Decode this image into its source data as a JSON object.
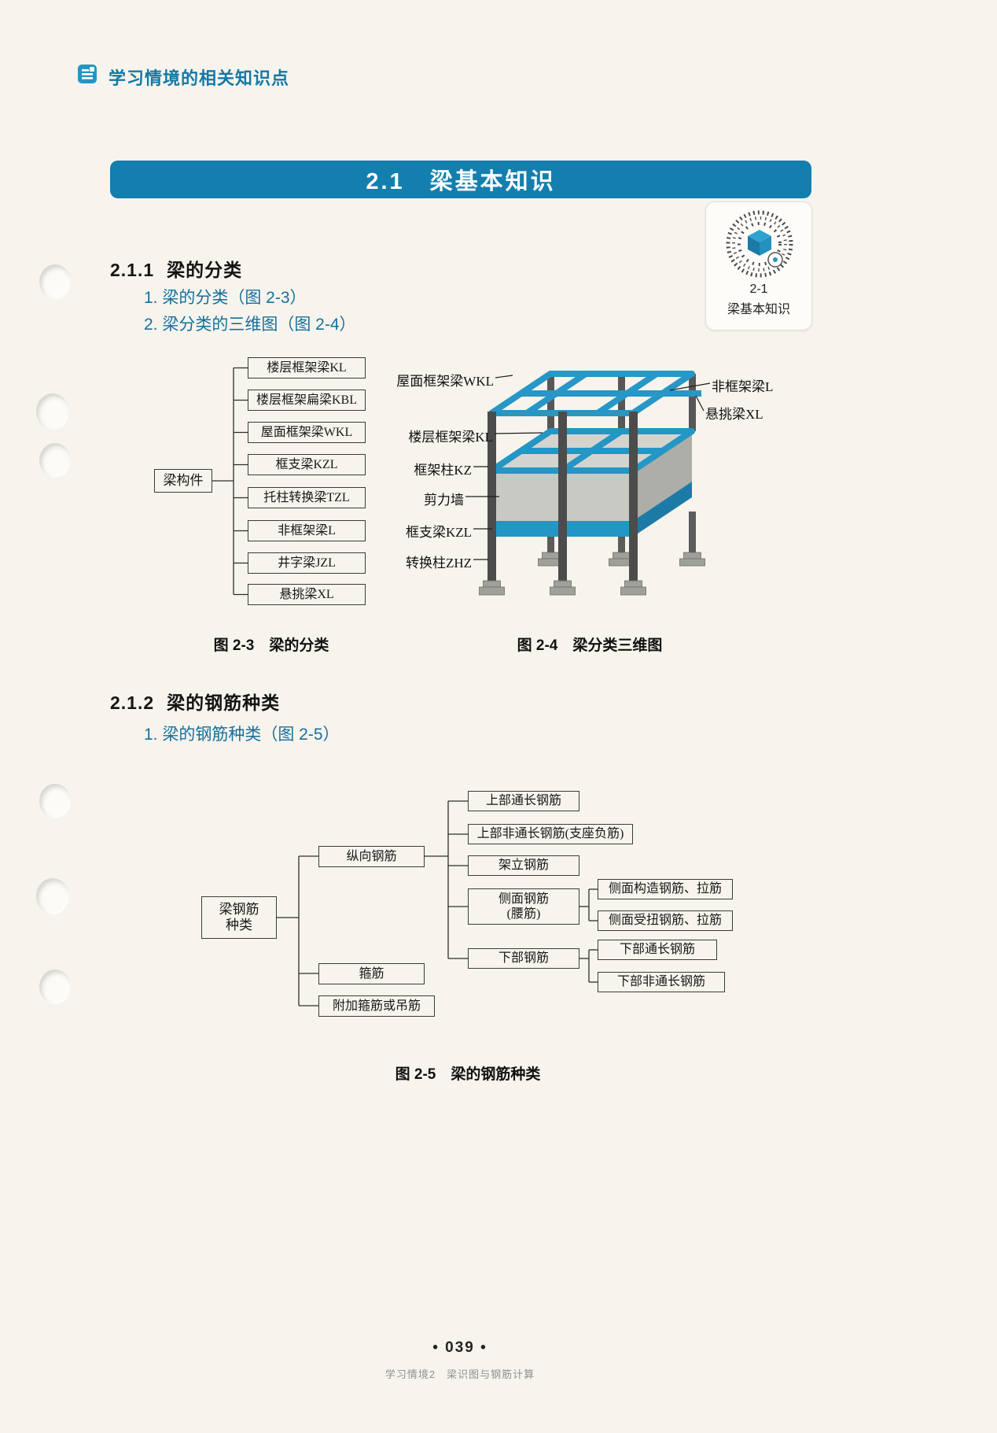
{
  "colors": {
    "accent": "#137fae",
    "beam_blue": "#2496c4",
    "text_blue": "#156f9e"
  },
  "header": {
    "title": "学习情境的相关知识点"
  },
  "banner": {
    "title": "2.1　梁基本知识"
  },
  "qr_card": {
    "code": "2-1",
    "label": "梁基本知识"
  },
  "section_211": {
    "number": "2.1.1",
    "title": "梁的分类",
    "items": [
      "1. 梁的分类（图 2-3）",
      "2. 梁分类的三维图（图 2-4）"
    ]
  },
  "fig23": {
    "root": "梁构件",
    "items": [
      "楼层框架梁KL",
      "楼层框架扁梁KBL",
      "屋面框架梁WKL",
      "框支梁KZL",
      "托柱转换梁TZL",
      "非框架梁L",
      "井字梁JZL",
      "悬挑梁XL"
    ],
    "caption": "图 2-3　梁的分类"
  },
  "fig24": {
    "labels_left": [
      "屋面框架梁WKL",
      "楼层框架梁KL",
      "框架柱KZ",
      "剪力墙",
      "框支梁KZL",
      "转换柱ZHZ"
    ],
    "labels_right": [
      "非框架梁L",
      "悬挑梁XL"
    ],
    "caption": "图 2-4　梁分类三维图"
  },
  "section_212": {
    "number": "2.1.2",
    "title": "梁的钢筋种类",
    "items": [
      "1. 梁的钢筋种类（图 2-5）"
    ]
  },
  "fig25": {
    "root_line1": "梁钢筋",
    "root_line2": "种类",
    "level2": [
      "纵向钢筋",
      "箍筋",
      "附加箍筋或吊筋"
    ],
    "longitudinal_children": [
      "上部通长钢筋",
      "上部非通长钢筋(支座负筋)",
      "架立钢筋"
    ],
    "side_line1": "侧面钢筋",
    "side_line2": "(腰筋)",
    "bottom_label": "下部钢筋",
    "side_children": [
      "侧面构造钢筋、拉筋",
      "侧面受扭钢筋、拉筋"
    ],
    "bottom_children": [
      "下部通长钢筋",
      "下部非通长钢筋"
    ],
    "caption": "图 2-5　梁的钢筋种类"
  },
  "footer": {
    "page_number": "• 039 •",
    "caption": "学习情境2　梁识图与钢筋计算"
  }
}
